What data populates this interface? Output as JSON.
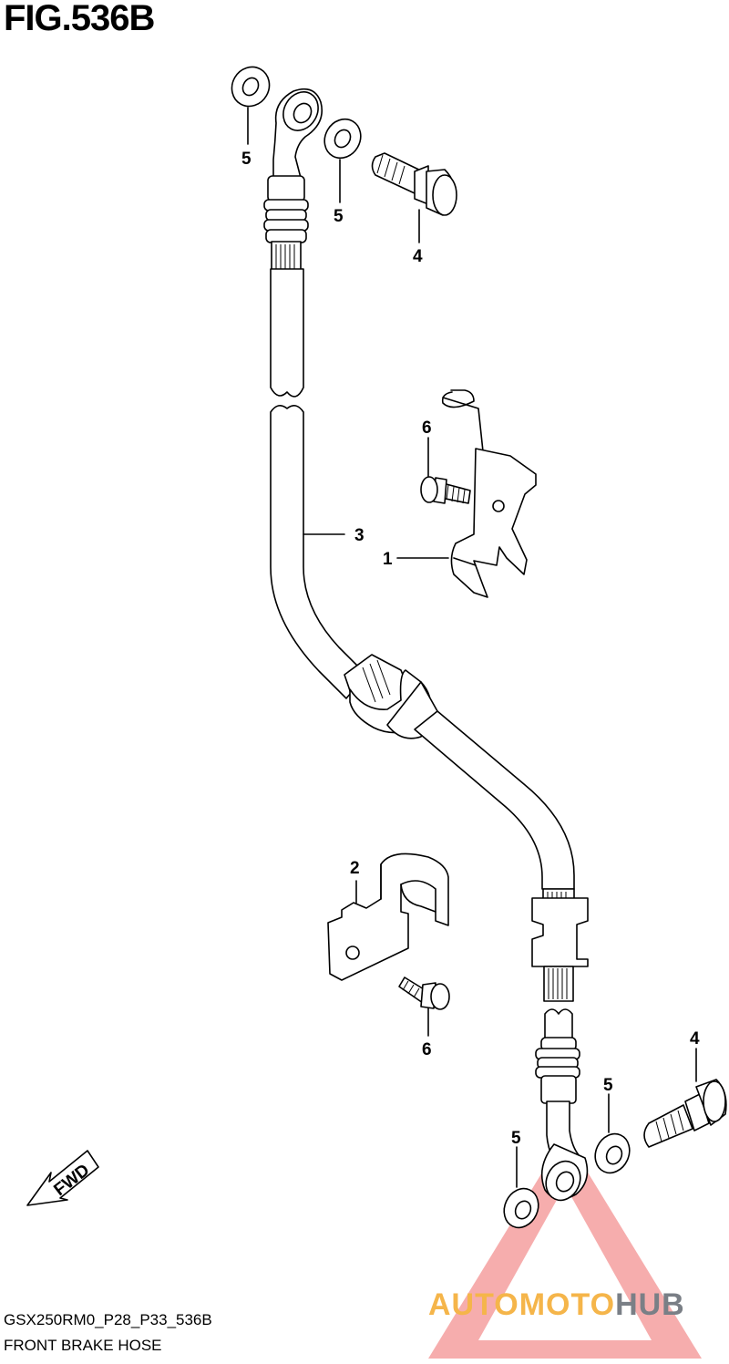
{
  "figure": {
    "title": "FIG.536B",
    "code": "GSX250RM0_P28_P33_536B",
    "name": "FRONT BRAKE HOSE"
  },
  "callouts": {
    "c1": "1",
    "c2": "2",
    "c3": "3",
    "c4_top": "4",
    "c4_bottom": "4",
    "c5_top_left": "5",
    "c5_top_right": "5",
    "c5_bottom_right": "5",
    "c5_bottom_left": "5",
    "c6_top": "6",
    "c6_bottom": "6"
  },
  "direction_arrow": {
    "label": "FWD"
  },
  "watermark": {
    "part_a": "AUTOMOTO",
    "part_b": "HUB",
    "color_a": "#f5b54a",
    "color_b": "#7a7f86",
    "triangle_color": "#ef6a6a"
  }
}
